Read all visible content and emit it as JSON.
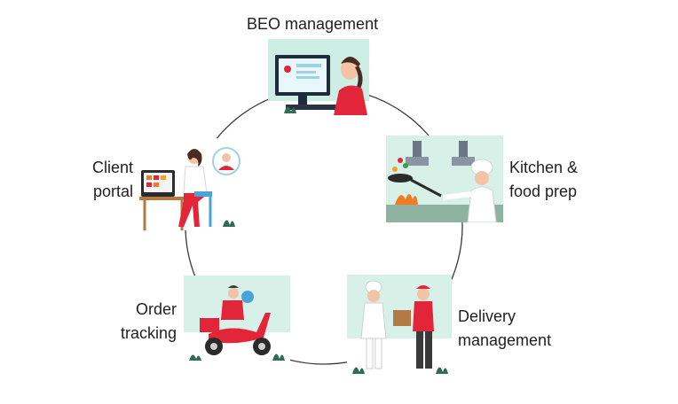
{
  "stages": [
    {
      "id": "beo",
      "lines": [
        "BEO management"
      ]
    },
    {
      "id": "kitchen",
      "lines": [
        "Kitchen &",
        "food prep"
      ]
    },
    {
      "id": "delivery",
      "lines": [
        "Delivery",
        "management"
      ]
    },
    {
      "id": "order",
      "lines": [
        "Order",
        "tracking"
      ]
    },
    {
      "id": "client",
      "lines": [
        "Client",
        "portal"
      ]
    }
  ],
  "icons": [
    "woman-at-computer-illustration",
    "chef-cooking-illustration",
    "chef-handing-package-illustration",
    "scooter-courier-illustration",
    "woman-on-laptop-illustration"
  ],
  "colors": {
    "accent": "#e3253a",
    "mint": "#bfe6d9",
    "ring": "#3a3a3a",
    "text": "#1f1f1f"
  }
}
